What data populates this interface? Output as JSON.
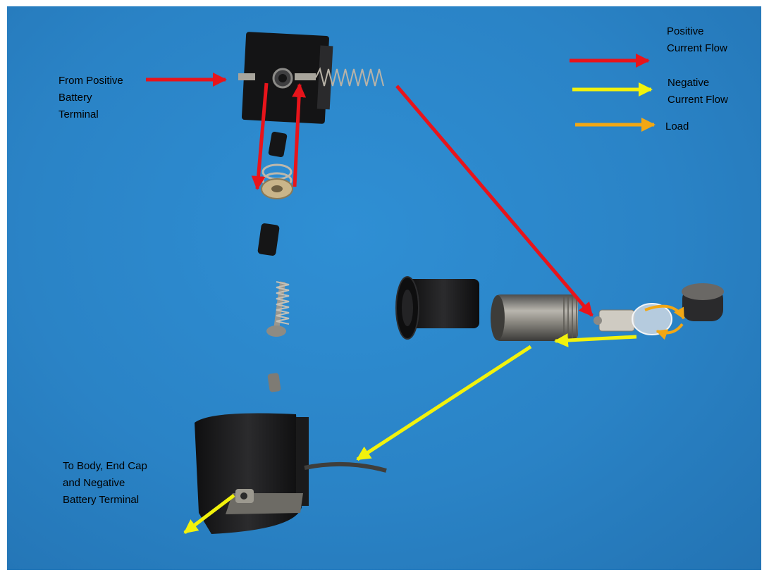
{
  "labels": {
    "from_positive": "From Positive\nBattery\nTerminal",
    "to_body": "To Body, End Cap\nand Negative\nBattery Terminal"
  },
  "legend": {
    "positive": "Positive\nCurrent Flow",
    "negative": "Negative\nCurrent Flow",
    "load": "Load"
  },
  "colors": {
    "positive": "#e8141b",
    "negative": "#f2f20c",
    "load": "#f2a714",
    "background": "#2a83c6"
  }
}
